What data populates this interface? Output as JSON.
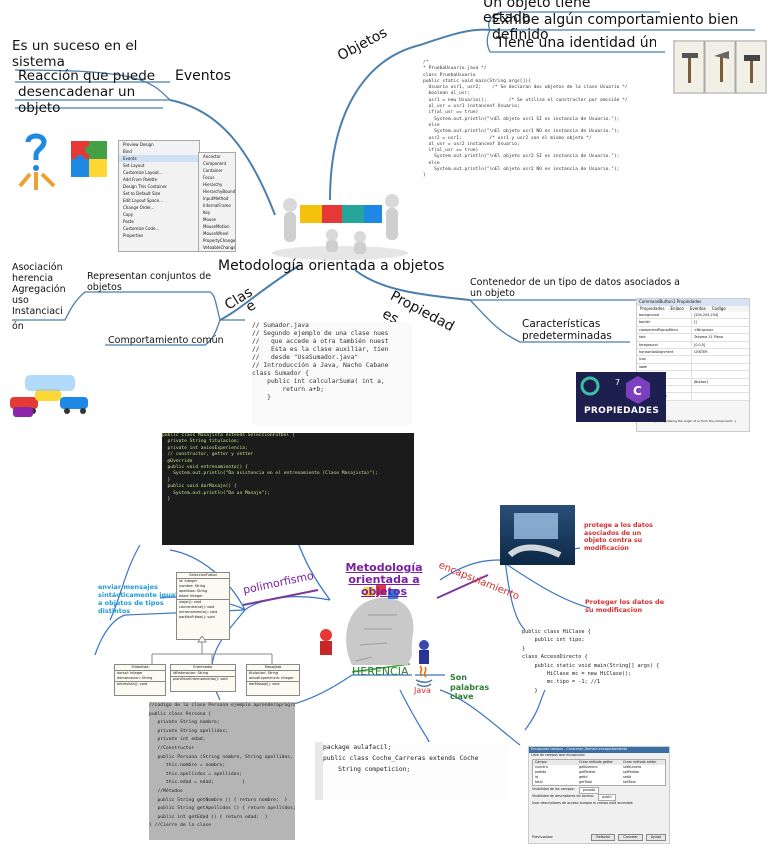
{
  "center": {
    "title": "Metodología orientada a objetos"
  },
  "branches": {
    "objetos": "Objetos",
    "eventos": "Eventos",
    "clase": [
      "Clas",
      "e"
    ],
    "propiedades": [
      "Propiedad",
      "es"
    ]
  },
  "objetos_items": [
    "Un objeto tiene estado",
    "Exhibe algún comportamiento bien definido",
    "Tiene una identidad única"
  ],
  "eventos_items": [
    "Es un suceso en el sistema",
    "Reacción que puede desencadenar un objeto"
  ],
  "clase_items": {
    "represent": "Representan conjuntos de objetos",
    "comportamiento": "Comportamiento común",
    "relations": [
      "Asociación",
      "herencia",
      "Agregación",
      "uso",
      "Instanciaci",
      "ón"
    ]
  },
  "propiedades_items": [
    "Contenedor de un tipo de datos asociados a un objeto",
    "Características predeterminadas"
  ],
  "propiedades_badge": "PROPIEDADES",
  "propiedades_badge_num": "7",
  "menu_left": [
    "Preview Design",
    "Bind",
    "Events",
    "Set Layout",
    "Customize Layout...",
    "Add From Palette",
    "Design This Container",
    "Set to Default Size",
    "Edit Layout Space...",
    "Change Order...",
    "Copy",
    "Paste",
    "Customize Code...",
    "Properties"
  ],
  "menu_right": [
    "Ancestor",
    "Component",
    "Container",
    "Focus",
    "Hierarchy",
    "HierarchyBounds",
    "InputMethod",
    "InternalFrame",
    "Key",
    "Mouse",
    "MouseMotion",
    "MouseWheel",
    "PropertyChange",
    "VetoableChange"
  ],
  "code_objetos": [
    "/*",
    "* PruebaUsuario.java */",
    "",
    "class PruebaUsuario",
    "",
    "public static void main(String args[]){",
    "  Usuario usr1, usr2;    /* Se declaran dos objetos de la clase Usuario */",
    "  boolean al_usr;",
    "",
    "  usr1 = new Usuario();        /* Se utiliza el constructor por omisión */",
    "  al_usr = usr1 instanceof Usuario;",
    "",
    "  if(al_usr == true)",
    "    System.out.println(\"\\nEl objeto usr1 SI es instancia de Usuario.\");",
    "  else",
    "    System.out.println(\"\\nEl objeto usr1 NO es instancia de Usuario.\");",
    "",
    "  usr2 = usr1;          /* usr1 y usr2 son el mismo objeto */",
    "  al_usr = usr2 instanceof Usuario;",
    "",
    "  if(al_usr == true)",
    "    System.out.println(\"\\nEl objeto usr2 SI es instancia de Usuario.\");",
    "  else",
    "    System.out.println(\"\\nEl objeto usr2 NO es instancia de Usuario.\");",
    "}"
  ],
  "code_sumador": [
    "// Sumador.java",
    "// Segundo ejemplo de una clase nues",
    "//   que accede a otra también nuest",
    "//   Esta es la clase auxiliar, tien",
    "//   desde \"UsaSumador.java\"",
    "// Introducción a Java, Nacho Cabane",
    "",
    "class Sumador {",
    "",
    "    public int calcularSuma( int a,",
    "        return a+b;",
    "    }"
  ],
  "code_masajista": [
    "public class Masajista extends SeleccionFutbol {",
    "",
    "  private String titulacion;",
    "  private int aniosExperiencia;",
    "",
    "  // constructor, getter y setter",
    "",
    "  @Override",
    "  public void entrenamiento() {",
    "    System.out.println(\"Da asistencia en el entrenamiento (Clase Masajista)\");",
    "  }",
    "",
    "  public void darMasaje() {",
    "    System.out.println(\"Da un Masaje\");",
    "  }"
  ],
  "bottom_center": {
    "title": "Metodología orientada a objetos",
    "polimorfismo": "polimorfismo",
    "polimorfismo_desc": "enviar mensajes sintácticamente iguales a objetos de tipos distintos",
    "encapsulamiento": "encapsulamiento",
    "encap_desc1": "protege a los datos asociados de un objeto contra su modificación",
    "encap_desc2": "Proteger los datos de su modificacion",
    "herencia": "HERENCIA",
    "herencia_desc": "Son palabras clave",
    "java_label": "Java"
  },
  "uml": {
    "parent": {
      "name": "SeleccionFutbol",
      "attrs": [
        "id: Integer",
        "nombre: String",
        "apellidos: String",
        "edad: Integer"
      ],
      "methods": [
        "viajar(): void",
        "concentrarse(): void",
        "entrenamiento(): void",
        "partidoFutbol(): void"
      ]
    },
    "children": [
      {
        "name": "Futbolista",
        "attrs": [
          "dorsal: Integer",
          "demarcacion: String"
        ],
        "methods": [
          "entrevista(): void"
        ]
      },
      {
        "name": "Entrenador",
        "attrs": [
          "idFederacion: String"
        ],
        "methods": [
          "planificarEntrenamiento(): void"
        ]
      },
      {
        "name": "Masajista",
        "attrs": [
          "titulacion: String",
          "aniosExperiencia: Integer"
        ],
        "methods": [
          "darMasaje(): void"
        ]
      }
    ]
  },
  "code_persona": [
    "//codigo de la clase Persona ejemplo aprenderaprogramar.com",
    "public class Persona {",
    "   private String nombre;",
    "   private String apellidos;",
    "   private int edad;",
    "   //Constructor",
    "   public Persona (String nombre, String apellidos, int edad) {",
    "      this.nombre = nombre;",
    "      this.apellidos = apellidos;",
    "      this.edad = edad;          }",
    "   //Métodos",
    "   public String getNombre () { return nombre;  }",
    "   public String getApellidos () { return apellidos;  }",
    "   public int getEdad () { return edad;  }",
    "} //Cierre de la clase"
  ],
  "code_coche": [
    "package aulafacil;",
    "",
    "public class Coche_Carreras extends Coche",
    "",
    "    String competicion;"
  ],
  "code_hiclase": [
    "public class HiClase {",
    "",
    "    public int tipo;",
    "",
    "}",
    "",
    "class AccesoDirecto {",
    "",
    "    public static void main(String[] args) {",
    "",
    "        HiClase mc = new HiClase();",
    "        mc.tipo = -1; //1",
    "    }"
  ],
  "dialog": {
    "title": "Encapsular campos - Consumer_Domain.encapsulamiento",
    "subtitle": "Lista de campos que encapsular:",
    "cols": [
      "Campo",
      "Crear método getter",
      "Crear método setter"
    ],
    "rows": [
      [
        "numero",
        "getNumero",
        "setNumero"
      ],
      [
        "pedido",
        "getPedido",
        "setPedido"
      ],
      [
        "id",
        "getId",
        "setId"
      ],
      [
        "total",
        "getTotal",
        "setTotal"
      ]
    ],
    "labels": [
      "Visibilidad de los campos:",
      "Visibilidad de descriptores de acceso:",
      "Usar descriptores de acceso aunque el campo esté accesible"
    ],
    "vis_value": "privada",
    "acc_value": "public",
    "preview": "Previsualizar",
    "buttons": [
      "Refactor",
      "Cancelar",
      "Ayuda"
    ]
  },
  "props_panel": {
    "title": "CommandButton1 Propiedades",
    "tabs": [
      "Propiedades",
      "Enlace",
      "Eventos",
      "Codigo"
    ],
    "rows": [
      [
        "background",
        "[204,204,204]"
      ],
      [
        "border",
        "[]"
      ],
      [
        "componentPopupMenu",
        "<Ninguno>"
      ],
      [
        "font",
        "Tahoma 11 Plano"
      ],
      [
        "foreground",
        "[0,0,0]"
      ],
      [
        "horizontalAlignment",
        "CENTER"
      ],
      [
        "icon",
        ""
      ],
      [
        "label",
        ""
      ],
      [
        "mnemonic",
        ""
      ],
      [
        "text",
        "jButton1"
      ],
      [
        "toolTipText",
        ""
      ],
      [
        "Other Properties",
        ""
      ]
    ],
    "footer": "Generating string (taking the origin of or from the component...)"
  }
}
